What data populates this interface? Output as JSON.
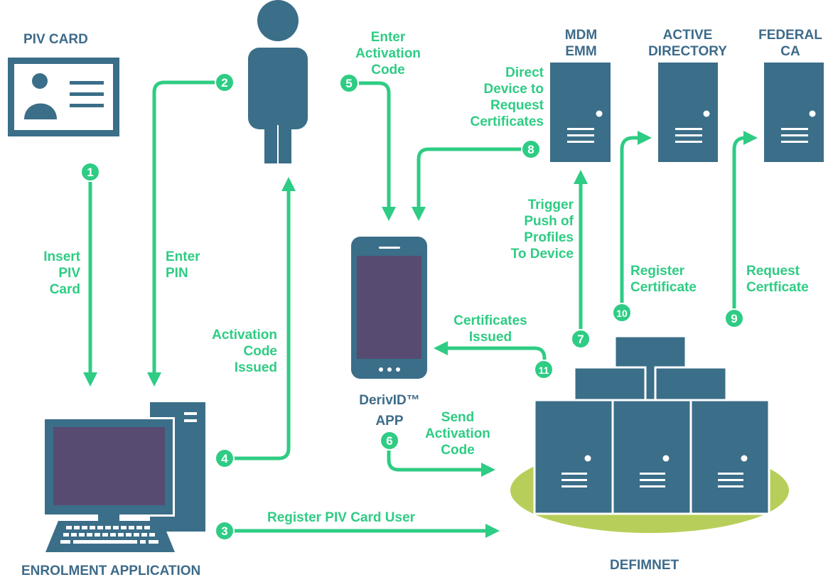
{
  "colors": {
    "dark_blue": "#3b6e88",
    "screen_purple": "#574b72",
    "green": "#2ecc84",
    "platform_green": "#b7cf5a",
    "label_blue": "#3d6b8a"
  },
  "entities": {
    "piv_card": "PIV CARD",
    "enrolment_app": "ENROLMENT APPLICATION",
    "mdm_emm": [
      "MDM",
      "EMM"
    ],
    "active_directory": [
      "ACTIVE",
      "DIRECTORY"
    ],
    "federal_ca": [
      "FEDERAL",
      "CA"
    ],
    "derivid_app": [
      "DerivID™",
      "APP"
    ],
    "defimnet": "DEFIMNET"
  },
  "steps": [
    {
      "number": "1",
      "label": [
        "Insert",
        "PIV",
        "Card"
      ]
    },
    {
      "number": "2",
      "label": [
        "Enter",
        "PIN"
      ]
    },
    {
      "number": "3",
      "label": [
        "Register PIV Card User"
      ]
    },
    {
      "number": "4",
      "label": [
        "Activation",
        "Code",
        "Issued"
      ]
    },
    {
      "number": "5",
      "label": [
        "Enter",
        "Activation",
        "Code"
      ]
    },
    {
      "number": "6",
      "label": [
        "Send",
        "Activation",
        "Code"
      ]
    },
    {
      "number": "7",
      "label": [
        "Trigger",
        "Push of",
        "Profiles",
        "To Device"
      ]
    },
    {
      "number": "8",
      "label": [
        "Direct",
        "Device to",
        "Request",
        "Certificates"
      ]
    },
    {
      "number": "9",
      "label": [
        "Request",
        "Certficate"
      ]
    },
    {
      "number": "10",
      "label": [
        "Register",
        "Certificate"
      ]
    },
    {
      "number": "11",
      "label": [
        "Certificates",
        "Issued"
      ]
    }
  ]
}
